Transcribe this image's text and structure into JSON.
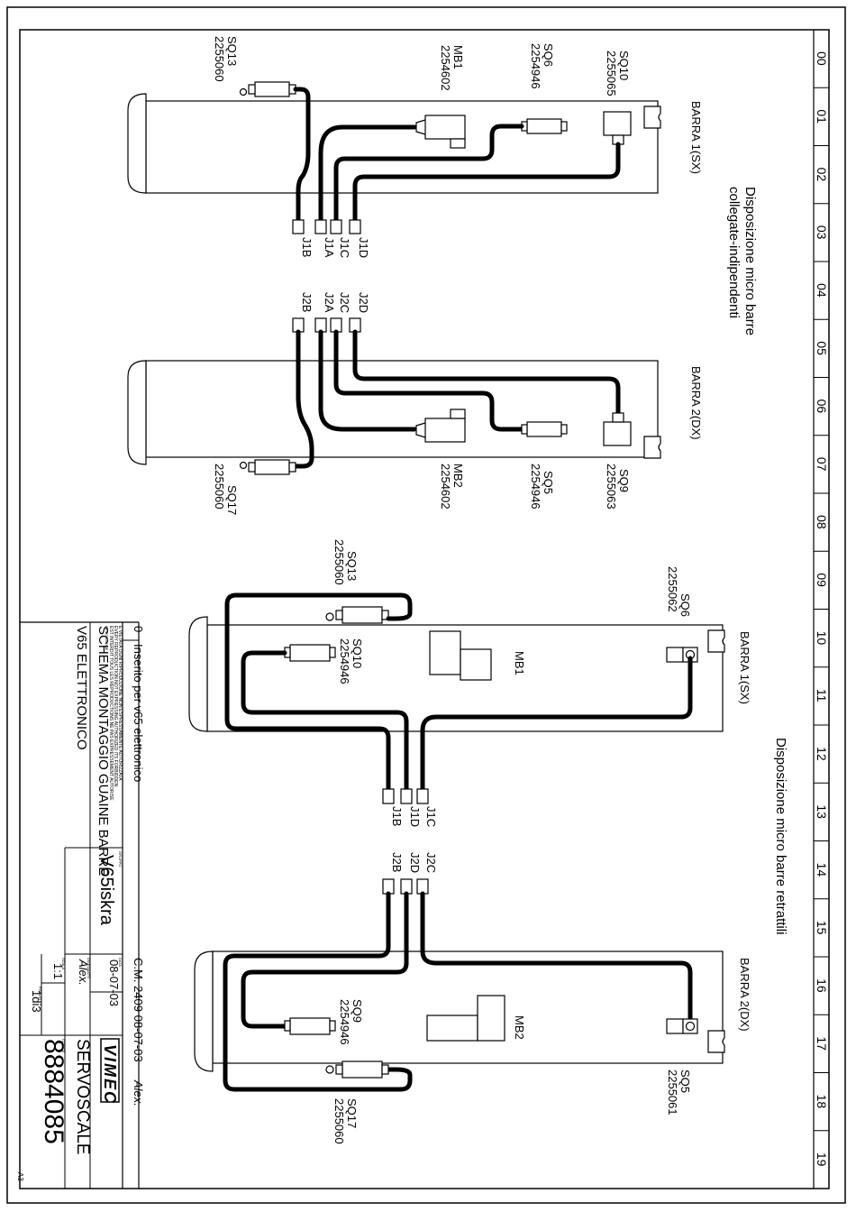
{
  "zones": [
    "00",
    "01",
    "02",
    "03",
    "04",
    "05",
    "06",
    "07",
    "08",
    "09",
    "10",
    "11",
    "12",
    "13",
    "14",
    "15",
    "16",
    "17",
    "18",
    "19"
  ],
  "sections": {
    "top_title_line1": "Disposizione micro barre",
    "top_title_line2": "collegate-indipendenti",
    "bottom_title": "Disposizione micro barre retrattili"
  },
  "bars": {
    "b1_top": "BARRA 1(SX)",
    "b2_top": "BARRA 2(DX)",
    "b1_bot": "BARRA 1(SX)",
    "b2_bot": "BARRA 2(DX)"
  },
  "components": {
    "t1_sq13_name": "SQ13",
    "t1_sq13_code": "2255060",
    "t1_mb1_name": "MB1",
    "t1_mb1_code": "2254602",
    "t1_sq6_name": "SQ6",
    "t1_sq6_code": "2254946",
    "t1_sq10_name": "SQ10",
    "t1_sq10_code": "2255065",
    "t2_sq17_name": "SQ17",
    "t2_sq17_code": "2255060",
    "t2_mb2_name": "MB2",
    "t2_mb2_code": "2254602",
    "t2_sq5_name": "SQ5",
    "t2_sq5_code": "2254946",
    "t2_sq9_name": "SQ9",
    "t2_sq9_code": "2255063",
    "b1_sq13_name": "SQ13",
    "b1_sq13_code": "2255060",
    "b1_sq10_name": "SQ10",
    "b1_sq10_code": "2254946",
    "b1_sq6_name": "SQ6",
    "b1_sq6_code": "2255062",
    "b1_mb1_name": "MB1",
    "b2_sq17_name": "SQ17",
    "b2_sq17_code": "2255060",
    "b2_sq9_name": "SQ9",
    "b2_sq9_code": "2254946",
    "b2_sq5_name": "SQ5",
    "b2_sq5_code": "2255061",
    "b2_mb2_name": "MB2"
  },
  "connectors": {
    "j1b": "J1B",
    "j1a": "J1A",
    "j1c": "J1C",
    "j1d": "J1D",
    "j2b": "J2B",
    "j2a": "J2A",
    "j2c": "J2C",
    "j2d": "J2D",
    "bj1b": "J1B",
    "bj1d": "J1D",
    "bj1c": "J1C",
    "bj2b": "J2B",
    "bj2d": "J2D",
    "bj2c": "J2C"
  },
  "title_block": {
    "rev": "0",
    "rev_desc": "Inserito per v65 elettronico",
    "rev_ref": "C.M. 2409 08-07-03",
    "rev_sign": "Alex.",
    "legal1": "È VIETATA OGNI RIPRODUZIONE NON ESPRESSAMENTE AUTORIZZATA",
    "legal2": "EVERY REPRODUCTION NOT EXPRESSING AUTHORIZED ITS FORBIDDEN",
    "legal3": "EST INTERDIT TOUS LES REPRODUCTIONS NE PAS EXPRESSEMENT AUTORISE",
    "desc_label": "DESCRIZIONE",
    "description": "SCHEMA MONTAGGIO GUAINE BARRE",
    "project": "V65 ELETTRONICO",
    "group_label": "GRUPPO",
    "group": "V65iskra",
    "date_label": "DATA",
    "date": "08-07-03",
    "drawn_label": "DISEGNATO",
    "drawn": "Alex.",
    "scale_label": "SCALA",
    "scale": "1:1",
    "sheet_label": "FOGLIO",
    "sheet": "1di3",
    "code_label": "CODICE",
    "code": "8884085",
    "logo": "VIMEC",
    "company": "SERVOSCALE",
    "format": "A3"
  }
}
